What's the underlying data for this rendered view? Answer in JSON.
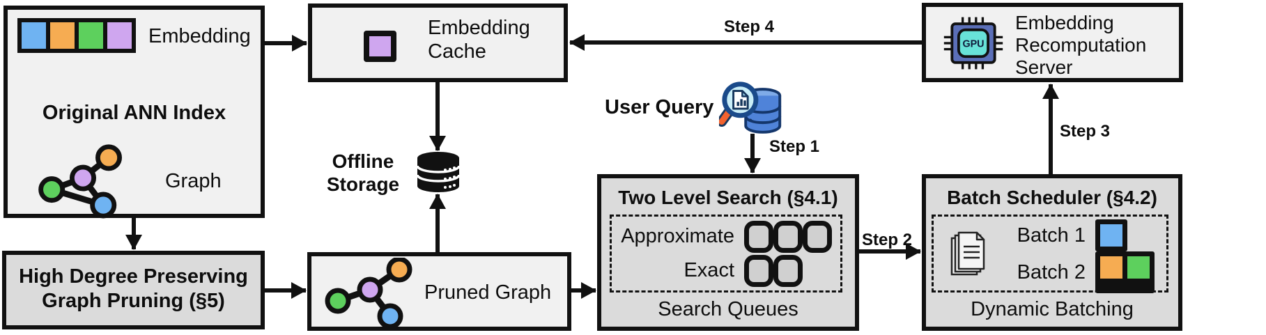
{
  "ann_index": {
    "title": "Original ANN Index",
    "embedding_label": "Embedding",
    "graph_label": "Graph"
  },
  "embedding_cache": {
    "line1": "Embedding",
    "line2": "Cache"
  },
  "recomputation_server": {
    "line1": "Embedding",
    "line2": "Recomputation",
    "line3": "Server",
    "chip_label": "GPU"
  },
  "offline_storage": {
    "line1": "Offline",
    "line2": "Storage"
  },
  "user_query": {
    "label": "User Query"
  },
  "two_level_search": {
    "title": "Two Level Search (§4.1)",
    "approximate_label": "Approximate",
    "exact_label": "Exact",
    "footer": "Search Queues"
  },
  "batch_scheduler": {
    "title": "Batch Scheduler (§4.2)",
    "batch1_label": "Batch 1",
    "batch2_label": "Batch 2",
    "footer": "Dynamic Batching"
  },
  "graph_pruning": {
    "line1": "High Degree Preserving",
    "line2": "Graph Pruning (§5)"
  },
  "pruned_graph": {
    "label": "Pruned Graph"
  },
  "steps": {
    "step1": "Step 1",
    "step2": "Step 2",
    "step3": "Step 3",
    "step4": "Step 4"
  },
  "icons": {
    "embedding_strip": "four colored embedding vector cells",
    "graph": "4-node graph with edges",
    "pruned_graph": "4-node graph with pruned edges",
    "database": "black stacked-cylinder storage",
    "query_magnifier": "magnifying glass over blue database",
    "gpu_chip": "GPU processor chip",
    "documents": "stacked document pages",
    "queue_slot": "rounded queue slot"
  },
  "colors": {
    "node_blue": "#6FB3F2",
    "node_orange": "#F6AC52",
    "node_green": "#5DD05D",
    "node_purple": "#CFA6EF",
    "box_light": "#F1F1F1",
    "box_dark": "#DBDBDB",
    "slot_fill": "#D0D0D0",
    "line_black": "#111111",
    "chip_body": "#5B6FB8",
    "chip_screen": "#68E2D8",
    "db_blue": "#4F83D9",
    "handle_orange": "#F2622E"
  }
}
